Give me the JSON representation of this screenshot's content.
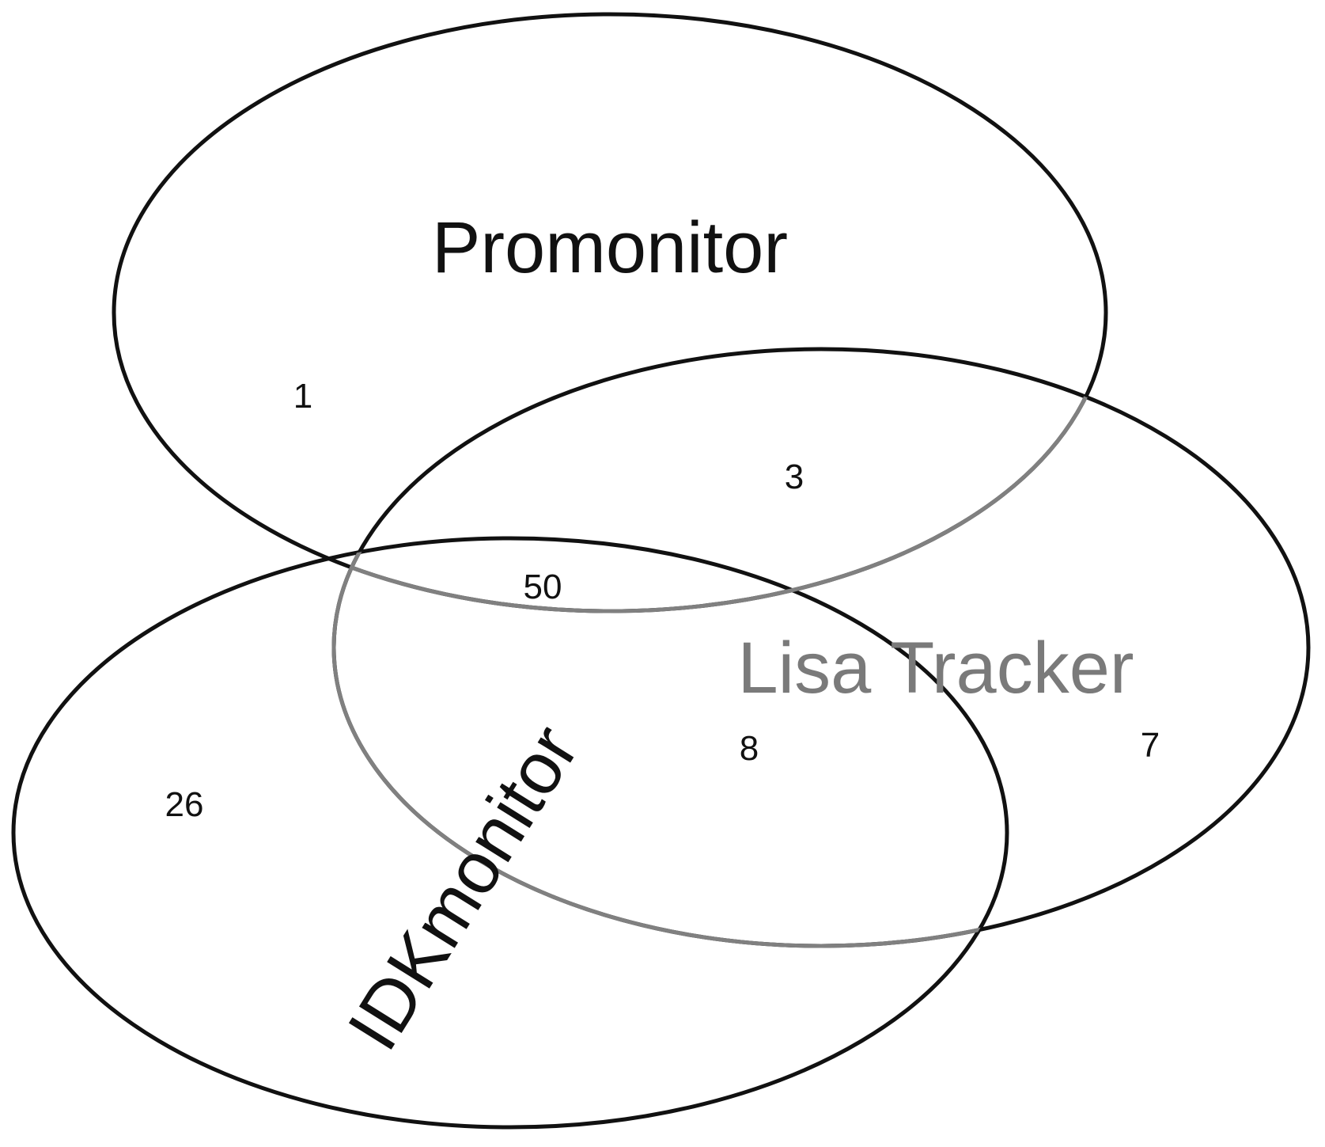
{
  "sets": [
    {
      "id": "promonitor",
      "label": "Promonitor",
      "outline_color": "#111111",
      "label_color": "#111111"
    },
    {
      "id": "lisa",
      "label": "Lisa Tracker",
      "outline_color": "#111111",
      "label_color": "#7a7a7a"
    },
    {
      "id": "idk",
      "label": "IDKmonitor",
      "outline_color": "#111111",
      "label_color": "#111111"
    }
  ],
  "regions": [
    {
      "sets": [
        "Promonitor"
      ],
      "count": "1"
    },
    {
      "sets": [
        "Promonitor",
        "Lisa Tracker"
      ],
      "count": "3"
    },
    {
      "sets": [
        "Promonitor",
        "Lisa Tracker",
        "IDKmonitor"
      ],
      "count": "50"
    },
    {
      "sets": [
        "Lisa Tracker",
        "IDKmonitor"
      ],
      "count": "8"
    },
    {
      "sets": [
        "Lisa Tracker"
      ],
      "count": "7"
    },
    {
      "sets": [
        "IDKmonitor"
      ],
      "count": "26"
    }
  ],
  "overlap_outline_color": "#808080"
}
